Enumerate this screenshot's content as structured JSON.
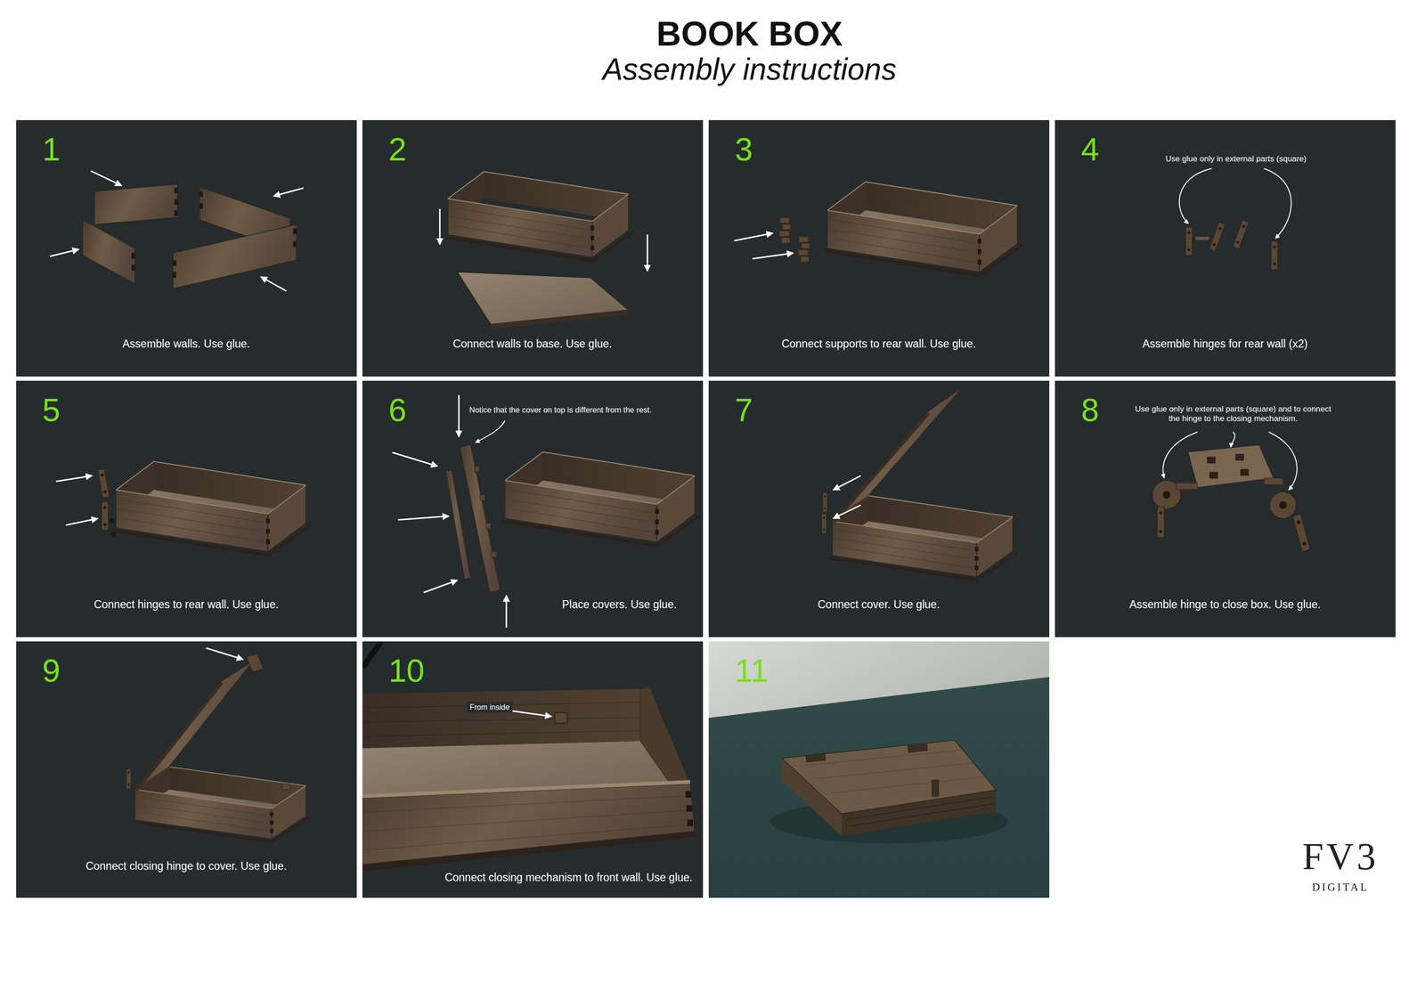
{
  "diagram": {
    "title": "BOOK BOX",
    "nodes": [
      {
        "text": [
          "1",
          "Assemble walls. Use glue."
        ]
      },
      {
        "text": [
          "2",
          "Connect walls to base. Use glue."
        ]
      },
      {
        "text": [
          "3",
          "Connect supports to rear wall. Use glue."
        ]
      },
      {
        "text": [
          "4",
          "Use glue only in external parts (square)",
          "Assemble hinges for rear wall (x2)"
        ]
      },
      {
        "text": [
          "5",
          "Connect hinges to rear wall. Use glue."
        ]
      },
      {
        "text": [
          "6",
          "Notice that the cover on top is different from the rest.",
          "Place covers. Use glue."
        ]
      },
      {
        "text": [
          "7",
          "Connect cover. Use glue."
        ]
      },
      {
        "text": [
          "8",
          "Use glue only in external parts (square) and to connect the hinge to the closing mechanism.",
          "Assemble hinge to close box. Use glue."
        ]
      },
      {
        "text": [
          "9",
          "Connect closing hinge to cover. Use glue."
        ]
      },
      {
        "text": [
          "10",
          "From inside",
          "Connect closing mechanism to front wall. Use glue."
        ]
      },
      {
        "text": [
          "11"
        ]
      }
    ],
    "labels": [
      "Assembly instructions",
      "FV3",
      "DIGITAL"
    ]
  }
}
